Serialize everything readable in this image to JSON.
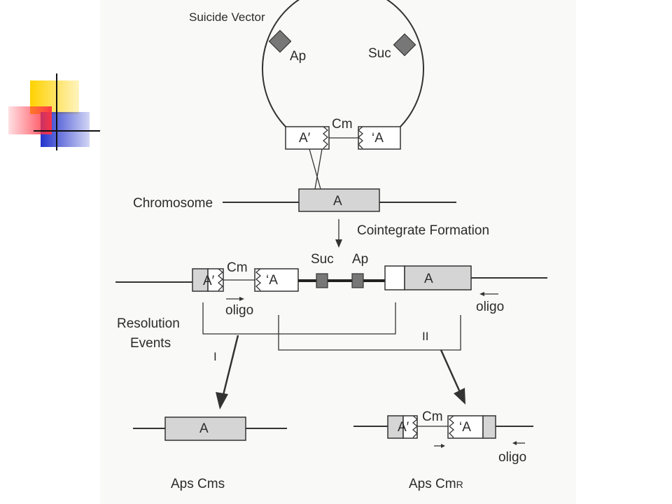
{
  "diagram": {
    "vector_label": "Suicide Vector",
    "ap_label": "Ap",
    "suc_label": "Suc",
    "cm_label": "Cm",
    "a_prime_label": "A′",
    "prime_a_label": "‘A",
    "a_label": "A",
    "chromosome_label": "Chromosome",
    "cointegrate_label": "Cointegrate Formation",
    "resolution_label_1": "Resolution",
    "resolution_label_2": "Events",
    "oligo_label": "oligo",
    "event_one_label": "I",
    "event_two_label": "II",
    "result_left_label": "Aps Cms",
    "result_right_main": "Aps Cm",
    "result_right_sub": "R"
  },
  "colors": {
    "deco_yellow": "#ffd200",
    "deco_red": "#ff3040",
    "deco_blue": "#2233cc",
    "gene_fill": "#d5d5d5",
    "marker_fill": "#777777"
  }
}
